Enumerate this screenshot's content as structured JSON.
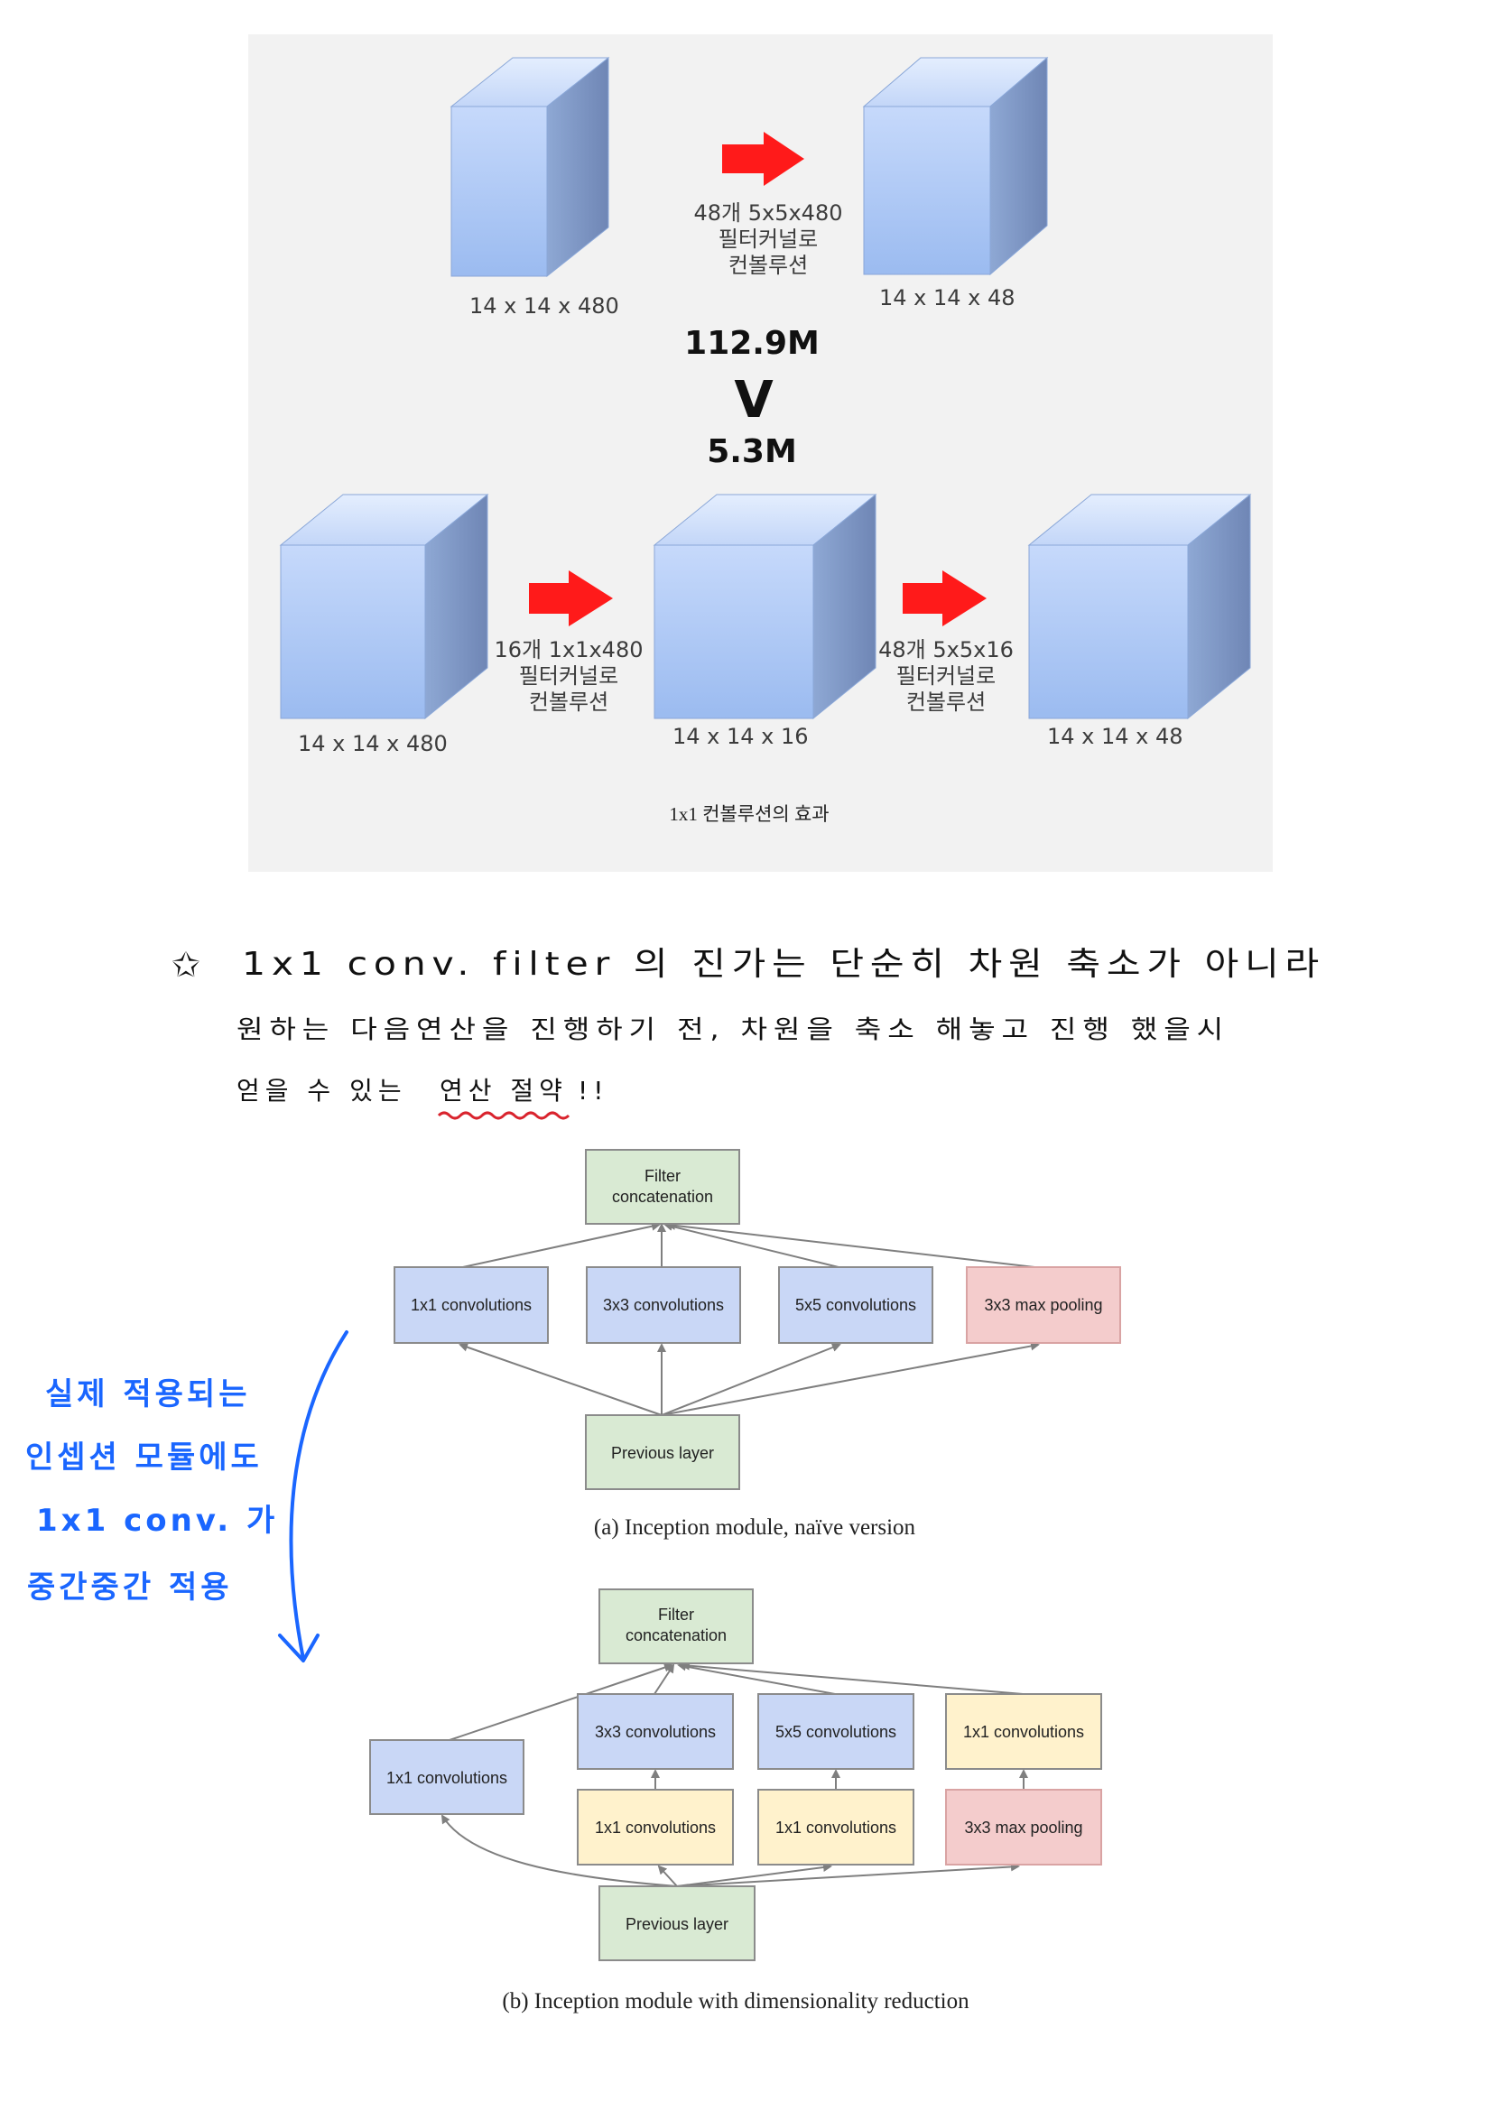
{
  "top_figure": {
    "row1": {
      "input_label": "14 x 14 x 480",
      "op_lines": [
        "48개 5x5x480",
        "필터커널로",
        "컨볼루션"
      ],
      "output_label": "14 x 14 x 48"
    },
    "comparison": {
      "top": "112.9M",
      "sign": "V",
      "bottom": "5.3M"
    },
    "row2": {
      "input_label": "14 x 14 x 480",
      "op1_lines": [
        "16개 1x1x480",
        "필터커널로",
        "컨볼루션"
      ],
      "mid_label": "14 x 14 x 16",
      "op2_lines": [
        "48개 5x5x16",
        "필터커널로",
        "컨볼루션"
      ],
      "output_label": "14 x 14 x 48"
    },
    "caption": "1x1 컨볼루션의 효과"
  },
  "note": {
    "star": "✩",
    "line1": "1x1 conv. filter 의 진가는 단순히 차원 축소가 아니라",
    "line2": "원하는 다음연산을 진행하기 전, 차원을 축소 해놓고 진행 했을시",
    "line3_pre": "얻을 수 있는 ",
    "line3_emph": "연산 절약",
    "line3_post": " !!"
  },
  "side_note": {
    "lines": [
      "실제 적용되는",
      "인셉션 모듈에도",
      "1x1 conv. 가",
      "중간중간 적용"
    ]
  },
  "diagram_a": {
    "filter_concat": [
      "Filter",
      "concatenation"
    ],
    "boxes": [
      "1x1 convolutions",
      "3x3 convolutions",
      "5x5 convolutions",
      "3x3 max pooling"
    ],
    "previous_layer": "Previous layer",
    "caption": "(a)  Inception module, naïve version"
  },
  "diagram_b": {
    "filter_concat": [
      "Filter",
      "concatenation"
    ],
    "upper_boxes": [
      "1x1 convolutions",
      "3x3 convolutions",
      "5x5 convolutions",
      "1x1 convolutions"
    ],
    "lower_boxes": [
      "1x1 convolutions",
      "1x1 convolutions",
      "3x3 max pooling"
    ],
    "previous_layer": "Previous layer",
    "caption": "(b)  Inception module with dimensionality reduction"
  },
  "colors": {
    "panel_bg": "#f2f2f2",
    "arrow_red": "#ff1a1a",
    "box_blue": "#c9d7f6",
    "box_green": "#d9ead3",
    "box_red": "#f4cccc",
    "box_yellow": "#fff2cc",
    "handwriting_blue": "#1a66ff",
    "underline_red": "#d9232d"
  }
}
